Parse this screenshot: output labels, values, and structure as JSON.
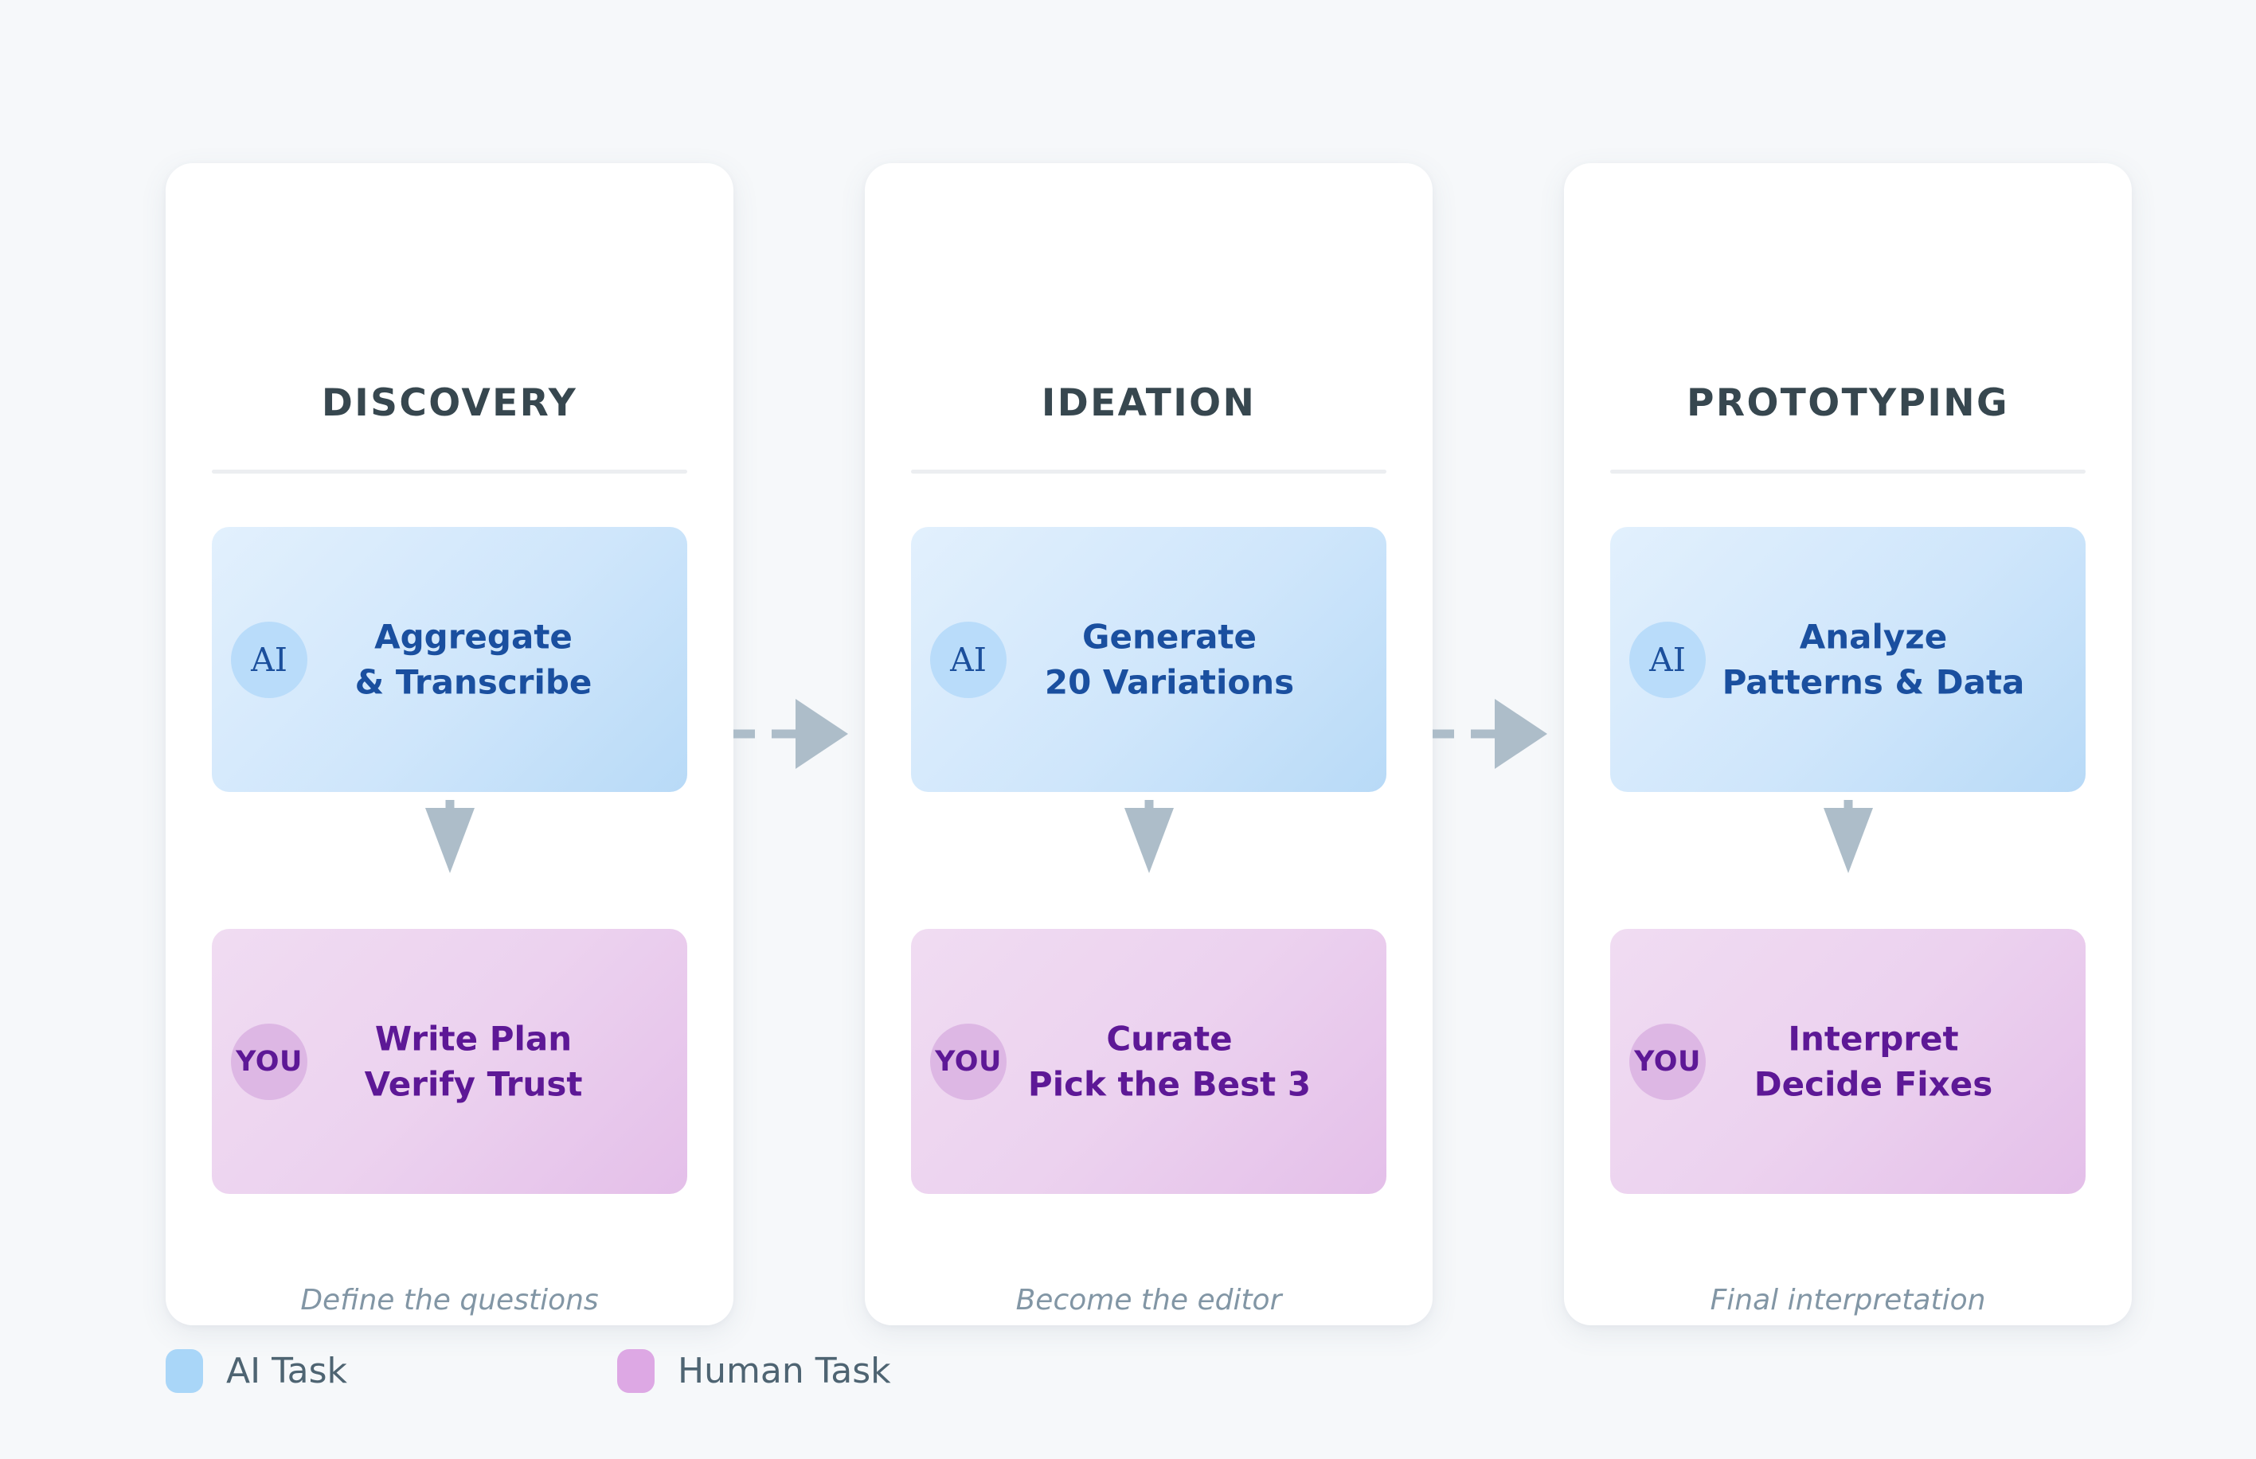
{
  "diagram": {
    "background_color": "#f6f8fa",
    "phases": [
      {
        "title": "DISCOVERY",
        "ai_task": {
          "badge": "AI",
          "line1": "Aggregate",
          "line2": "& Transcribe"
        },
        "human_task": {
          "badge": "YOU",
          "line1": "Write Plan",
          "line2": "Verify Trust"
        },
        "caption": "Define the questions"
      },
      {
        "title": "IDEATION",
        "ai_task": {
          "badge": "AI",
          "line1": "Generate",
          "line2": "20 Variations"
        },
        "human_task": {
          "badge": "YOU",
          "line1": "Curate",
          "line2": "Pick the Best 3"
        },
        "caption": "Become the editor"
      },
      {
        "title": "PROTOTYPING",
        "ai_task": {
          "badge": "AI",
          "line1": "Analyze",
          "line2": "Patterns & Data"
        },
        "human_task": {
          "badge": "YOU",
          "line1": "Interpret",
          "line2": "Decide Fixes"
        },
        "caption": "Final interpretation"
      }
    ],
    "legend": {
      "items": [
        {
          "label": "AI Task",
          "color": "#a9d6f8"
        },
        {
          "label": "Human Task",
          "color": "#dda8e4"
        }
      ]
    },
    "colors": {
      "ai_text": "#1a4f9f",
      "human_text": "#5d1896",
      "title_text": "#37474f",
      "caption_text": "#8296a5",
      "arrow": "#adbdc9",
      "card_bg": "#ffffff"
    }
  }
}
